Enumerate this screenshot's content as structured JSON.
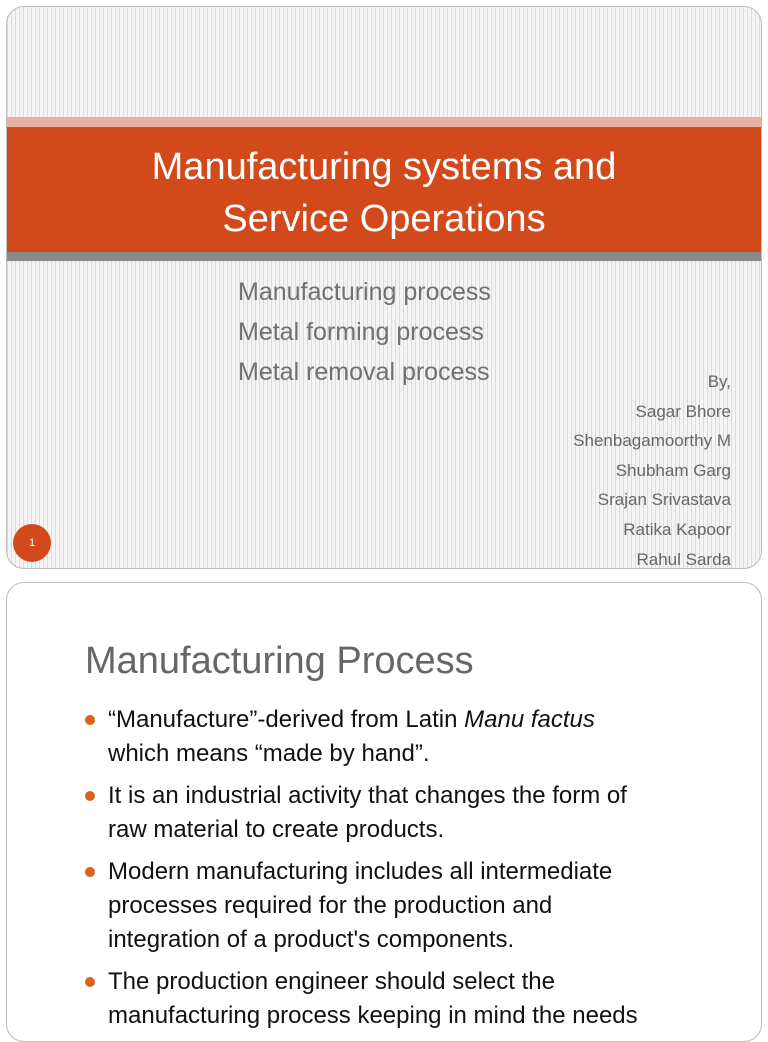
{
  "slide1": {
    "title_lines": [
      "Manufacturing systems and",
      "Service Operations"
    ],
    "subtitle_lines": [
      "Manufacturing process",
      "Metal forming process",
      "Metal removal process"
    ],
    "authors": [
      "By,",
      "Sagar Bhore",
      "Shenbagamoorthy M",
      "Shubham Garg",
      "Srajan Srivastava",
      "Ratika Kapoor",
      "Rahul Sarda"
    ],
    "slide_number": "1"
  },
  "slide2": {
    "title": "Manufacturing Process",
    "bullets": [
      {
        "line1_a": "“Manufacture”-derived from Latin ",
        "line1_em": "Manu factus",
        "line2": "which means “made by hand”."
      },
      {
        "lines": [
          "It is an industrial activity that changes the form of",
          "raw material to create products."
        ]
      },
      {
        "lines": [
          "Modern manufacturing includes all intermediate",
          "processes required for the production and",
          "integration of a product's components."
        ]
      },
      {
        "lines": [
          "The production engineer should select the",
          "manufacturing process keeping in mind the needs"
        ]
      }
    ]
  },
  "colors": {
    "accent": "#d24a1b",
    "accent_light": "#e8b0a4",
    "bullet": "#d9631a",
    "band_gray": "#8a8a8a",
    "text_gray": "#666666"
  }
}
